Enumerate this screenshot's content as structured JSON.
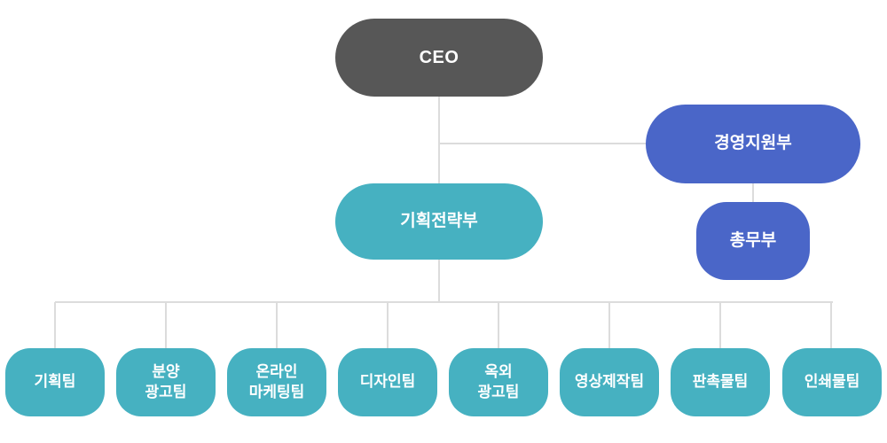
{
  "org_chart": {
    "nodes": {
      "ceo": {
        "label": "CEO",
        "color": "#575757"
      },
      "management_support_dept": {
        "label": "경영지원부",
        "color": "#4a66c8"
      },
      "general_affairs_dept": {
        "label": "총무부",
        "color": "#4a66c8"
      },
      "planning_strategy_dept": {
        "label": "기획전략부",
        "color": "#46b1c1"
      }
    },
    "teams": [
      {
        "label": "기획팀"
      },
      {
        "label": "분양\n광고팀"
      },
      {
        "label": "온라인\n마케팅팀"
      },
      {
        "label": "디자인팀"
      },
      {
        "label": "옥외\n광고팀"
      },
      {
        "label": "영상제작팀"
      },
      {
        "label": "판촉물팀"
      },
      {
        "label": "인쇄물팀"
      }
    ],
    "team_color": "#46b1c1",
    "connector_color": "#dcdcdc",
    "background_color": "#ffffff"
  }
}
